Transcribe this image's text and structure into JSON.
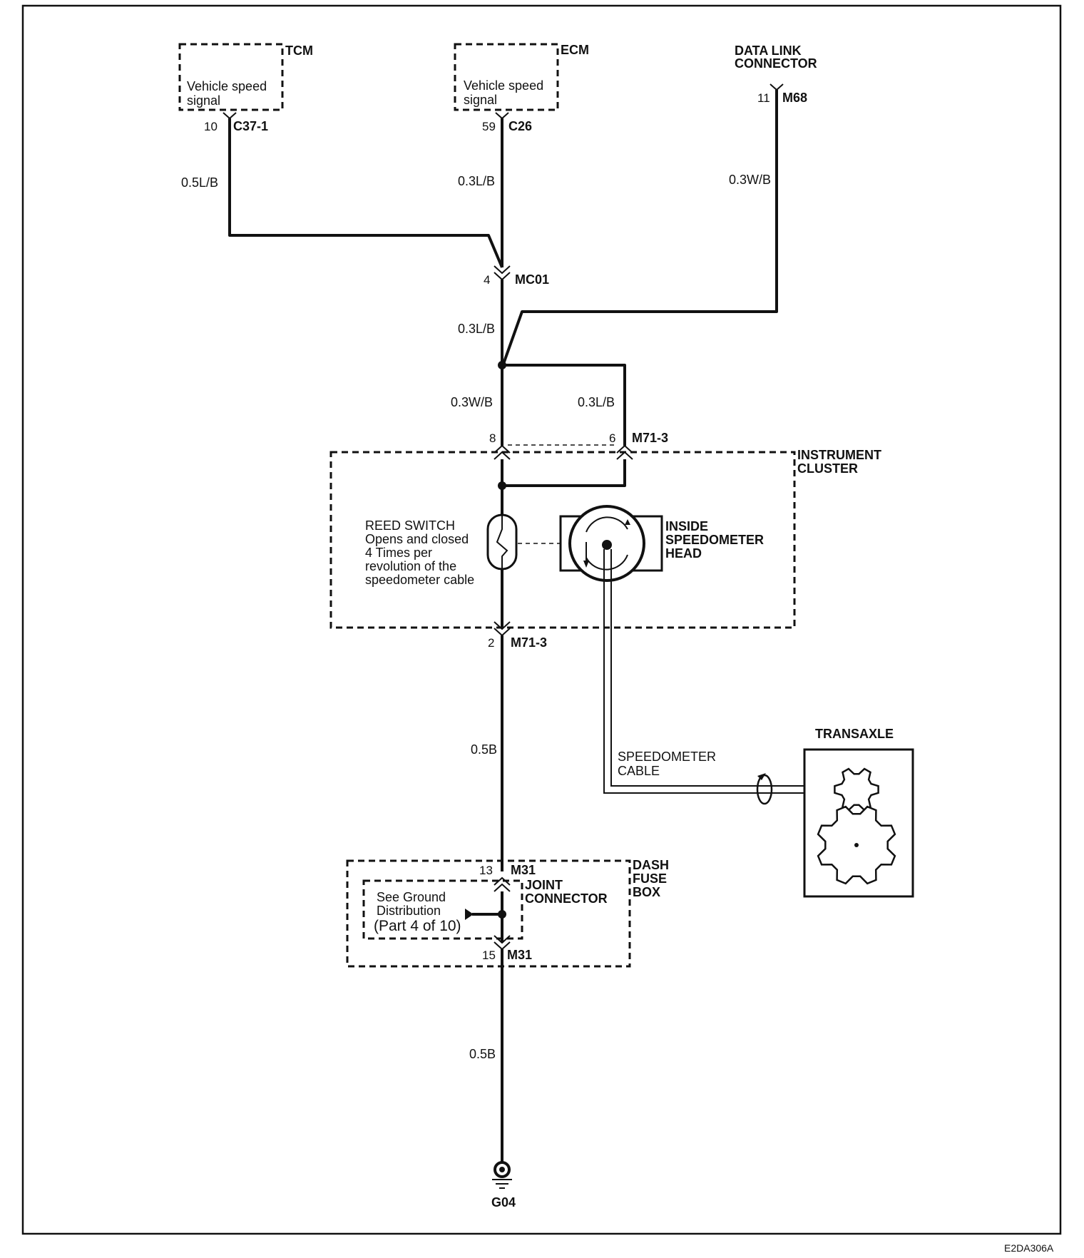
{
  "components": {
    "tcm": {
      "name": "TCM",
      "text_line1": "Vehicle speed",
      "text_line2": "signal",
      "pin": "10",
      "connector": "C37-1"
    },
    "ecm": {
      "name": "ECM",
      "text_line1": "Vehicle speed",
      "text_line2": "signal",
      "pin": "59",
      "connector": "C26"
    },
    "dlc": {
      "name_line1": "DATA LINK",
      "name_line2": "CONNECTOR",
      "pin": "11",
      "connector": "M68"
    },
    "instrument_cluster": {
      "name_line1": "INSTRUMENT",
      "name_line2": "CLUSTER"
    },
    "reed_switch": {
      "line1": "REED SWITCH",
      "line2": "Opens and closed",
      "line3": "4 Times per",
      "line4": "revolution of the",
      "line5": "speedometer cable"
    },
    "speedometer_head": {
      "line1": "INSIDE",
      "line2": "SPEEDOMETER",
      "line3": "HEAD"
    },
    "speedometer_cable": {
      "line1": "SPEEDOMETER",
      "line2": "CABLE"
    },
    "transaxle": {
      "name": "TRANSAXLE"
    },
    "dash_fuse_box": {
      "line1": "DASH",
      "line2": "FUSE",
      "line3": "BOX"
    },
    "joint_connector": {
      "line1": "JOINT",
      "line2": "CONNECTOR"
    },
    "ground_ref": {
      "line1": "See Ground",
      "line2": "Distribution",
      "line3": "(Part 4 of 10)"
    },
    "ground": {
      "name": "G04"
    }
  },
  "connectors": {
    "mc01": {
      "pin": "4",
      "name": "MC01"
    },
    "m71_top_left": {
      "pin": "8"
    },
    "m71_top_right": {
      "pin": "6",
      "name": "M71-3"
    },
    "m71_bottom": {
      "pin": "2",
      "name": "M71-3"
    },
    "m31_top": {
      "pin": "13",
      "name": "M31"
    },
    "m31_bottom": {
      "pin": "15",
      "name": "M31"
    }
  },
  "wires": {
    "tcm_wire": "0.5L/B",
    "ecm_wire": "0.3L/B",
    "dlc_wire": "0.3W/B",
    "mc01_out": "0.3L/B",
    "cluster_left": "0.3W/B",
    "cluster_right": "0.3L/B",
    "ground_upper": "0.5B",
    "ground_lower": "0.5B"
  },
  "figure_code": "E2DA306A"
}
